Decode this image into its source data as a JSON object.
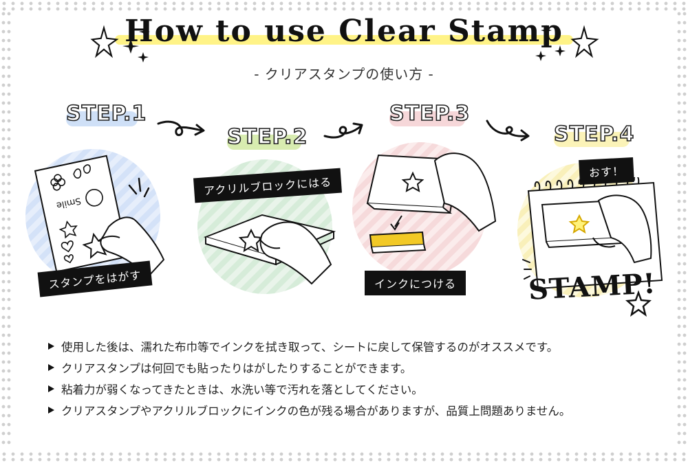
{
  "title": "How to use Clear Stamp",
  "subtitle": "- クリアスタンプの使い方 -",
  "steps": [
    {
      "label": "STEP.1",
      "caption": "スタンプをはがす",
      "color": "#cfe0f7"
    },
    {
      "label": "STEP.2",
      "caption": "アクリルブロックにはる",
      "color": "#d6ecd9"
    },
    {
      "label": "STEP.3",
      "caption": "インクにつける",
      "color": "#f6d7d9"
    },
    {
      "label": "STEP.4",
      "caption": "おす！",
      "color": "#fbf3b8"
    }
  ],
  "stamp_word": "STAMP!",
  "sheet_word": "Smile",
  "notes": [
    "使用した後は、濡れた布巾等でインクを拭き取って、シートに戻して保管するのがオススメです。",
    "クリアスタンプは何回でも貼ったりはがしたりすることができます。",
    "粘着力が弱くなってきたときは、水洗い等で汚れを落としてください。",
    "クリアスタンプやアクリルブロックにインクの色が残る場合がありますが、品質上問題ありません。"
  ],
  "colors": {
    "ink_pad": "#f2c926",
    "title_highlight": "#fff27a",
    "step1_highlight": "#cfe0f7",
    "step2_highlight": "#d8ecb0",
    "step3_highlight": "#f6d7d9",
    "step4_highlight": "#fbf3b8"
  }
}
